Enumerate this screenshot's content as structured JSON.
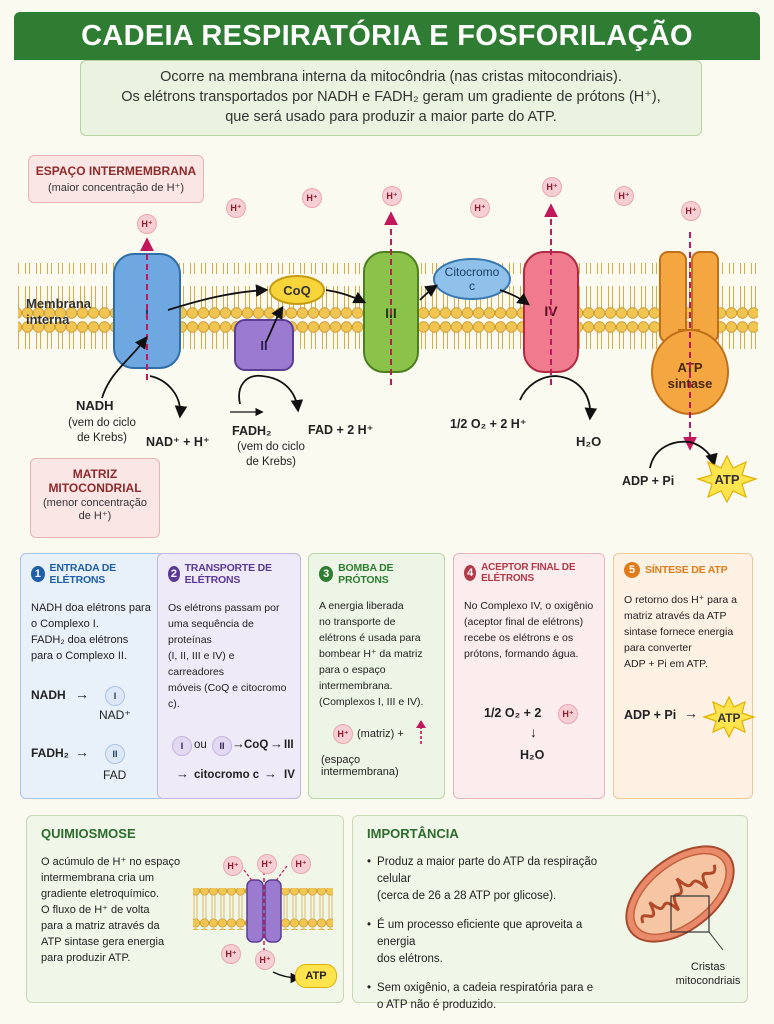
{
  "title": "CADEIA RESPIRATÓRIA E FOSFORILAÇÃO OXIDATIVA",
  "intro": {
    "line1": "Ocorre na membrana interna da mitocôndria (nas cristas mitocondriais).",
    "line2": "Os elétrons transportados por NADH e FADH₂ geram um gradiente de prótons (H⁺),",
    "line3": "que será usado para produzir a maior parte do ATP."
  },
  "zones": {
    "inter_title": "ESPAÇO INTERMEMBRANA",
    "inter_sub": "(maior concentração de H⁺)",
    "matrix_title1": "MATRIZ",
    "matrix_title2": "MITOCONDRIAL",
    "matrix_sub1": "(menor concentração",
    "matrix_sub2": "de H⁺)"
  },
  "membrane_label1": "Membrana",
  "membrane_label2": "interna",
  "proton": "H⁺",
  "complexes": {
    "I": "I",
    "II": "II",
    "III": "III",
    "IV": "IV",
    "coq": "CoQ",
    "cyt1": "Citocromo",
    "cyt2": "c",
    "atp1": "ATP",
    "atp2": "sintase"
  },
  "labels": {
    "nadh": "NADH",
    "nadh_src1": "(vem do ciclo",
    "nadh_src2": "de Krebs)",
    "nad": "NAD⁺ + H⁺",
    "fadh": "FADH₂",
    "fadh_src1": "(vem do ciclo",
    "fadh_src2": "de Krebs)",
    "fad": "FAD + 2 H⁺",
    "oxygen": "1/2 O₂ + 2 H⁺",
    "water": "H₂O",
    "adp": "ADP + Pi",
    "atp": "ATP"
  },
  "cards": [
    {
      "num": "1",
      "title": "ENTRADA DE ELÉTRONS",
      "color": "#1f5fa8",
      "bg": "#e8f0fa",
      "border": "#a9c4e6",
      "body": [
        "NADH doa elétrons para",
        "o Complexo I.",
        "FADH₂ doa elétrons",
        "para o Complexo II."
      ]
    },
    {
      "num": "2",
      "title": "TRANSPORTE DE ELÉTRONS",
      "color": "#5b3a96",
      "bg": "#efeaf7",
      "border": "#c4b4e0",
      "body": [
        "Os elétrons passam por",
        "uma sequência de proteínas",
        "(I, II, III e IV) e carreadores",
        "móveis (CoQ e citocromo c)."
      ]
    },
    {
      "num": "3",
      "title": "BOMBA DE PRÓTONS",
      "color": "#2e7d32",
      "bg": "#edf5e6",
      "border": "#b9d6a6",
      "body": [
        "A energia liberada",
        "no transporte de",
        "elétrons é usada para",
        "bombear H⁺ da matriz",
        "para o espaço",
        "intermembrana.",
        "(Complexos I, III e IV)."
      ]
    },
    {
      "num": "4",
      "title": "ACEPTOR FINAL DE ELÉTRONS",
      "color": "#b23a48",
      "bg": "#fbecee",
      "border": "#e8b4bc",
      "body": [
        "No Complexo IV, o oxigênio",
        "(aceptor final de elétrons)",
        "recebe os elétrons e os",
        "prótons, formando água."
      ]
    },
    {
      "num": "5",
      "title": "SÍNTESE DE ATP",
      "color": "#e07b1a",
      "bg": "#fdf1e4",
      "border": "#f0c796",
      "body": [
        "O retorno dos H⁺ para a",
        "matriz através da ATP",
        "sintase fornece energia",
        "para converter",
        "ADP + Pi em ATP."
      ]
    }
  ],
  "card1_eq": {
    "nadh": "NADH",
    "i": "I",
    "nad": "NAD⁺",
    "fadh": "FADH₂",
    "ii": "II",
    "fad": "FAD"
  },
  "card2_eq": {
    "i": "I",
    "ou": "ou",
    "ii": "II",
    "coq": "CoQ",
    "iii": "III",
    "cyt": "citocromo c",
    "iv": "IV"
  },
  "card3_eq": {
    "matriz": "(matriz) +",
    "espaco": "(espaço intermembrana)"
  },
  "card4_eq": {
    "o2": "1/2 O₂  +  2",
    "h2o": "H₂O"
  },
  "card5_eq": {
    "adp": "ADP + Pi",
    "atp": "ATP"
  },
  "chemiosmosis": {
    "title": "QUIMIOSMOSE",
    "body": [
      "O acúmulo de H⁺ no espaço",
      "intermembrana cria um",
      "gradiente eletroquímico.",
      "O fluxo de H⁺ de volta",
      "para a matriz através da",
      "ATP sintase gera energia",
      "para produzir ATP."
    ],
    "atp": "ATP"
  },
  "importance": {
    "title": "IMPORTÂNCIA",
    "b1": [
      "Produz a maior parte do ATP da respiração celular",
      "(cerca de 26 a 28 ATP por glicose)."
    ],
    "b2": [
      "É um processo eficiente que aproveita a energia",
      "dos elétrons."
    ],
    "b3": [
      "Sem oxigênio, a cadeia respiratória para e",
      "o ATP não é produzido."
    ],
    "cristae1": "Cristas",
    "cristae2": "mitocondriais"
  }
}
